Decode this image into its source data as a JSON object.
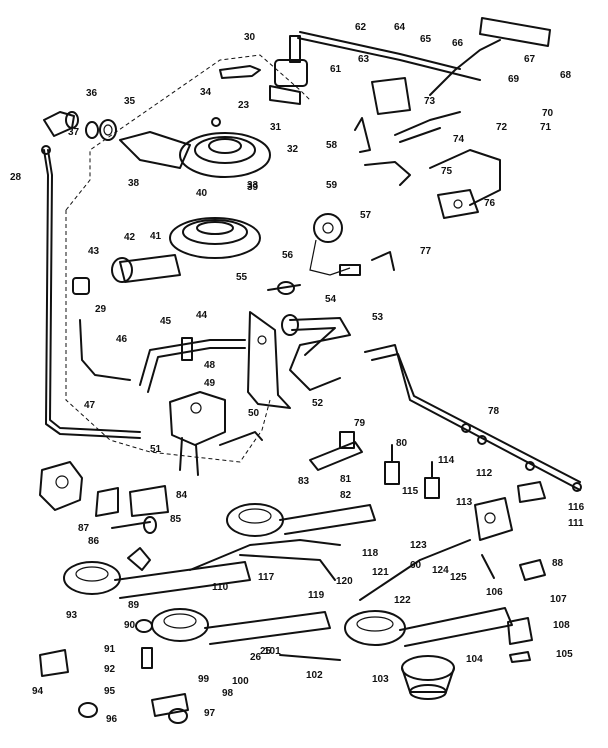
{
  "diagram": {
    "part_numbers": [
      "23",
      "25",
      "26",
      "28",
      "29",
      "30",
      "31",
      "32",
      "33",
      "34",
      "35",
      "36",
      "37",
      "38",
      "39",
      "40",
      "41",
      "42",
      "43",
      "44",
      "45",
      "46",
      "47",
      "48",
      "49",
      "50",
      "51",
      "52",
      "53",
      "54",
      "55",
      "56",
      "57",
      "58",
      "59",
      "60",
      "61",
      "62",
      "63",
      "64",
      "65",
      "66",
      "67",
      "68",
      "69",
      "70",
      "71",
      "72",
      "73",
      "74",
      "75",
      "76",
      "77",
      "78",
      "79",
      "80",
      "81",
      "82",
      "83",
      "84",
      "85",
      "86",
      "87",
      "88",
      "89",
      "90",
      "91",
      "92",
      "93",
      "94",
      "95",
      "96",
      "97",
      "98",
      "99",
      "100",
      "101",
      "102",
      "103",
      "104",
      "105",
      "106",
      "107",
      "108",
      "110",
      "111",
      "112",
      "113",
      "114",
      "115",
      "116",
      "117",
      "118",
      "119",
      "120",
      "121",
      "122",
      "123",
      "124",
      "125"
    ]
  }
}
